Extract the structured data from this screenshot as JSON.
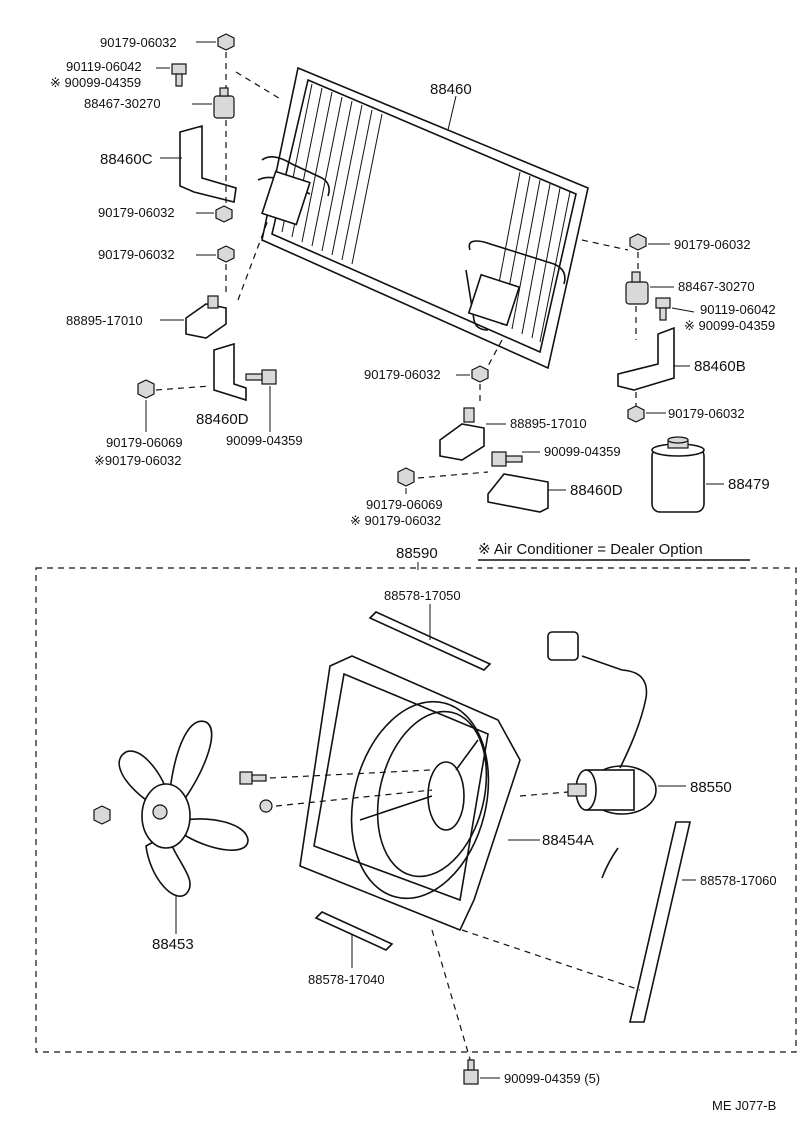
{
  "labels": {
    "nut_top_left": "90179-06032",
    "bolt_top_left": "90119-06042",
    "bolt_alt_top_left": "※ 90099-04359",
    "cushion_left": "88467-30270",
    "condenser": "88460",
    "bracket_c": "88460C",
    "nut_left_mid": "90179-06032",
    "nut_left_low": "90179-06032",
    "support_left": "88895-17010",
    "bracket_d_left": "88460D",
    "bolt_left_low": "90099-04359",
    "nut_left_bottom": "90179-06069",
    "nut_alt_left_bottom": "※90179-06032",
    "nut_right_top": "90179-06032",
    "cushion_right": "88467-30270",
    "bolt_right": "90119-06042",
    "bolt_alt_right": "※ 90099-04359",
    "bracket_b": "88460B",
    "nut_right_low": "90179-06032",
    "nut_center": "90179-06032",
    "support_right": "88895-17010",
    "bolt_center": "90099-04359",
    "bracket_d_right": "88460D",
    "receiver": "88479",
    "nut_center_bottom": "90179-06069",
    "nut_alt_center_bottom": "※ 90179-06032",
    "fan_assembly": "88590",
    "note": "※ Air Conditioner = Dealer Option",
    "seal_top": "88578-17050",
    "motor": "88550",
    "shroud": "88454A",
    "fan": "88453",
    "seal_right": "88578-17060",
    "seal_bottom": "88578-17040",
    "bolt_bottom": "90099-04359 (5)",
    "diagram_code": "ME  J077-B"
  },
  "icons": [
    "condenser",
    "fan-blade",
    "fan-shroud",
    "fan-motor",
    "receiver-bottle",
    "bracket",
    "nut",
    "bolt",
    "cushion",
    "seal-strip"
  ]
}
